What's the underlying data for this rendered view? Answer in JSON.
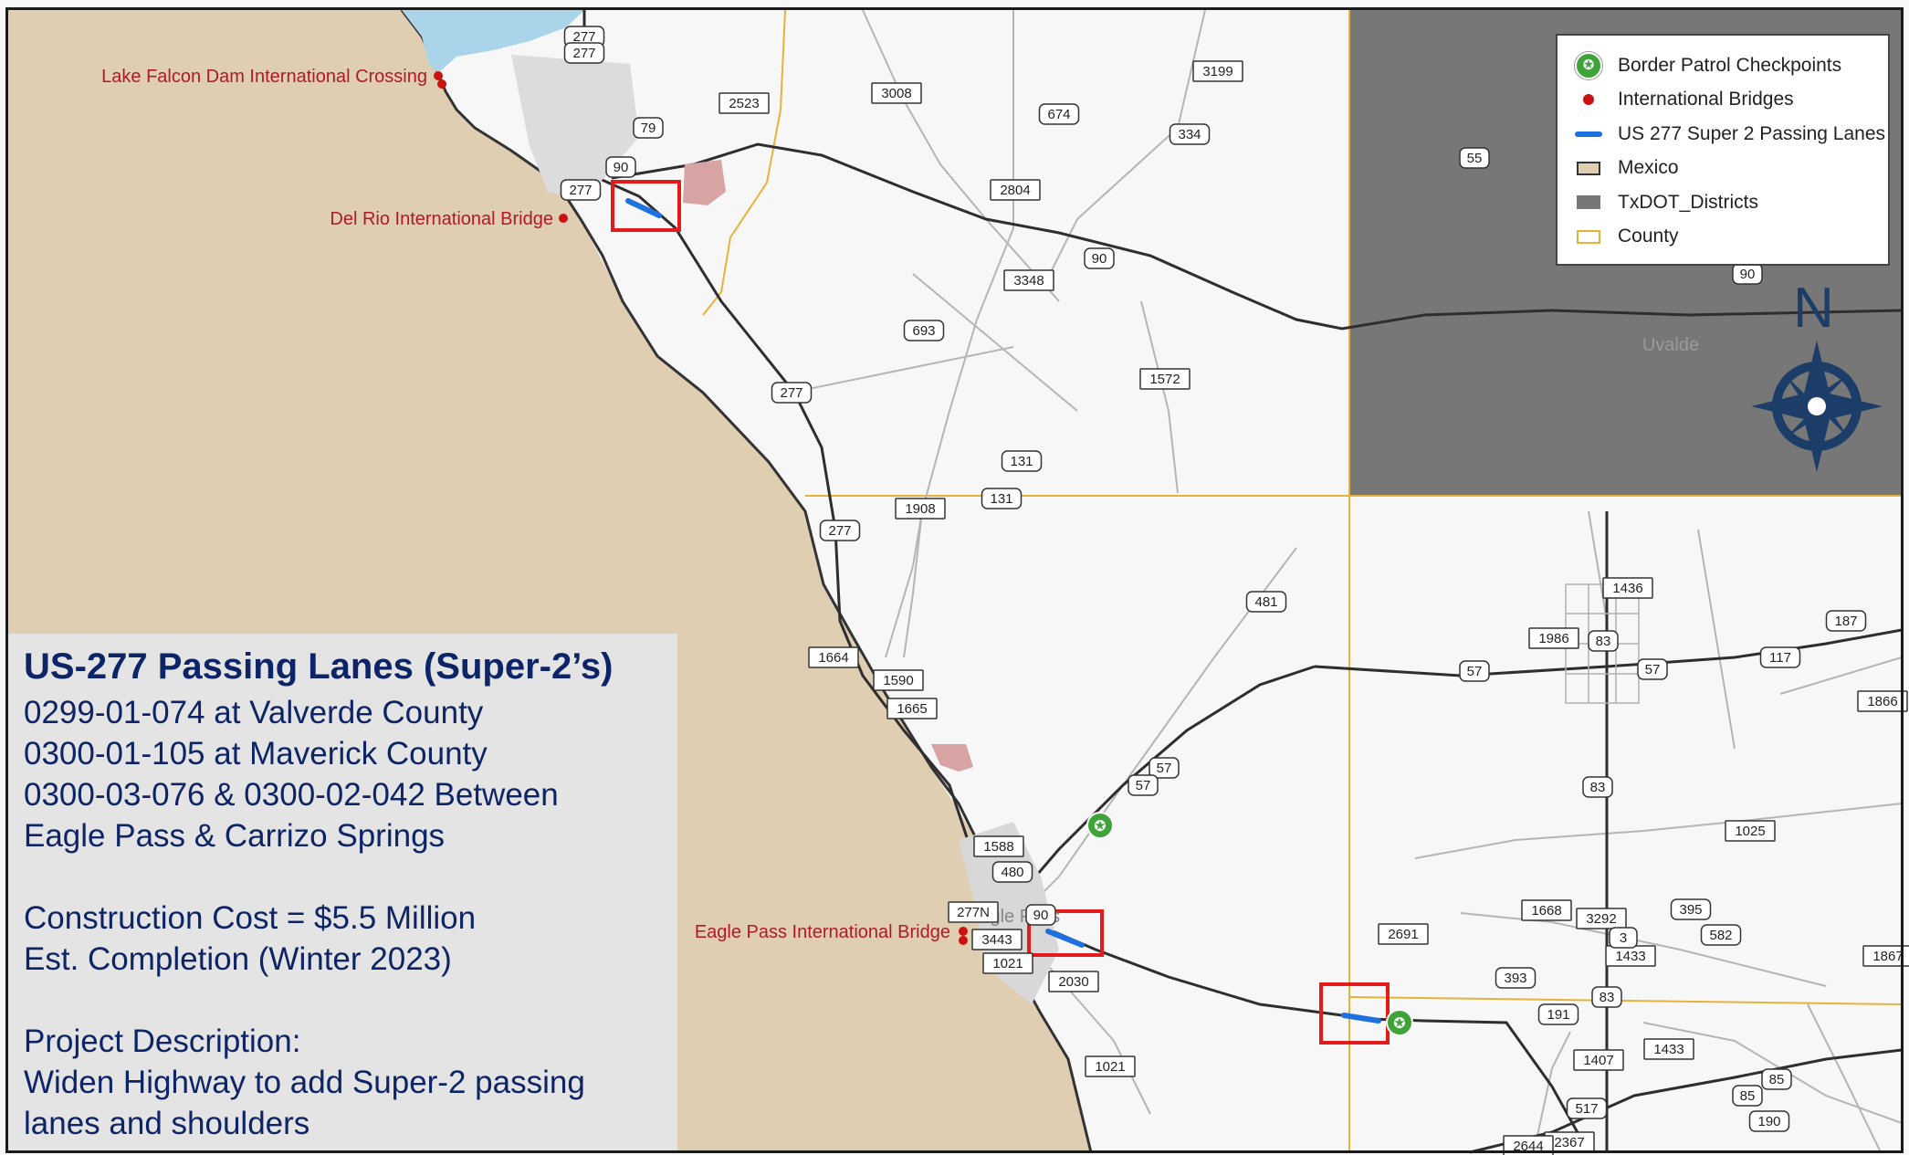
{
  "info_panel": {
    "title": "US-277 Passing Lanes (Super-2’s)",
    "line1": "0299-01-074 at Valverde County",
    "line2": "0300-01-105 at Maverick County",
    "line3": "0300-03-076 & 0300-02-042 Between",
    "line4": "Eagle Pass & Carrizo Springs",
    "cost": "Construction Cost = $5.5 Million",
    "completion": "Est. Completion (Winter 2023)",
    "desc_heading": "Project Description:",
    "desc_line1": "Widen Highway to add Super-2 passing",
    "desc_line2": "lanes and shoulders"
  },
  "legend": {
    "checkpoints": "Border Patrol Checkpoints",
    "bridges": "International Bridges",
    "passing_lanes": "US 277 Super 2 Passing Lanes",
    "mexico": "Mexico",
    "districts": "TxDOT_Districts",
    "county": "County"
  },
  "compass": {
    "label": "N"
  },
  "places": {
    "falcon": "Lake Falcon Dam International Crossing",
    "delrio": "Del Rio International Bridge",
    "eaglepass_bridge": "Eagle Pass International Bridge",
    "uvalde": "Uvalde",
    "eaglepass_city": "Eagle Pass"
  },
  "road_shields": [
    "277",
    "277",
    "79",
    "90",
    "277",
    "2523",
    "3008",
    "674",
    "3199",
    "334",
    "2804",
    "90",
    "3348",
    "693",
    "1572",
    "277",
    "131",
    "131",
    "1908",
    "277",
    "1664",
    "1590",
    "1665",
    "481",
    "57",
    "57",
    "57",
    "1986",
    "83",
    "1436",
    "57",
    "117",
    "187",
    "1866",
    "83",
    "1025",
    "1588",
    "480",
    "277N",
    "3443",
    "1021",
    "2030",
    "1021",
    "2691",
    "1668",
    "3292",
    "395",
    "582",
    "1433",
    "393",
    "83",
    "191",
    "1407",
    "1433",
    "1867",
    "517",
    "2367",
    "2644",
    "85",
    "190",
    "3",
    "90",
    "55",
    "90",
    "85"
  ],
  "colors": {
    "mexico": "#e0ceb2",
    "district": "#777777",
    "county_line": "#e6b33a",
    "passing_lane": "#1e72e0",
    "highlight_box": "#e31b1b",
    "text_navy": "#0d2566"
  }
}
